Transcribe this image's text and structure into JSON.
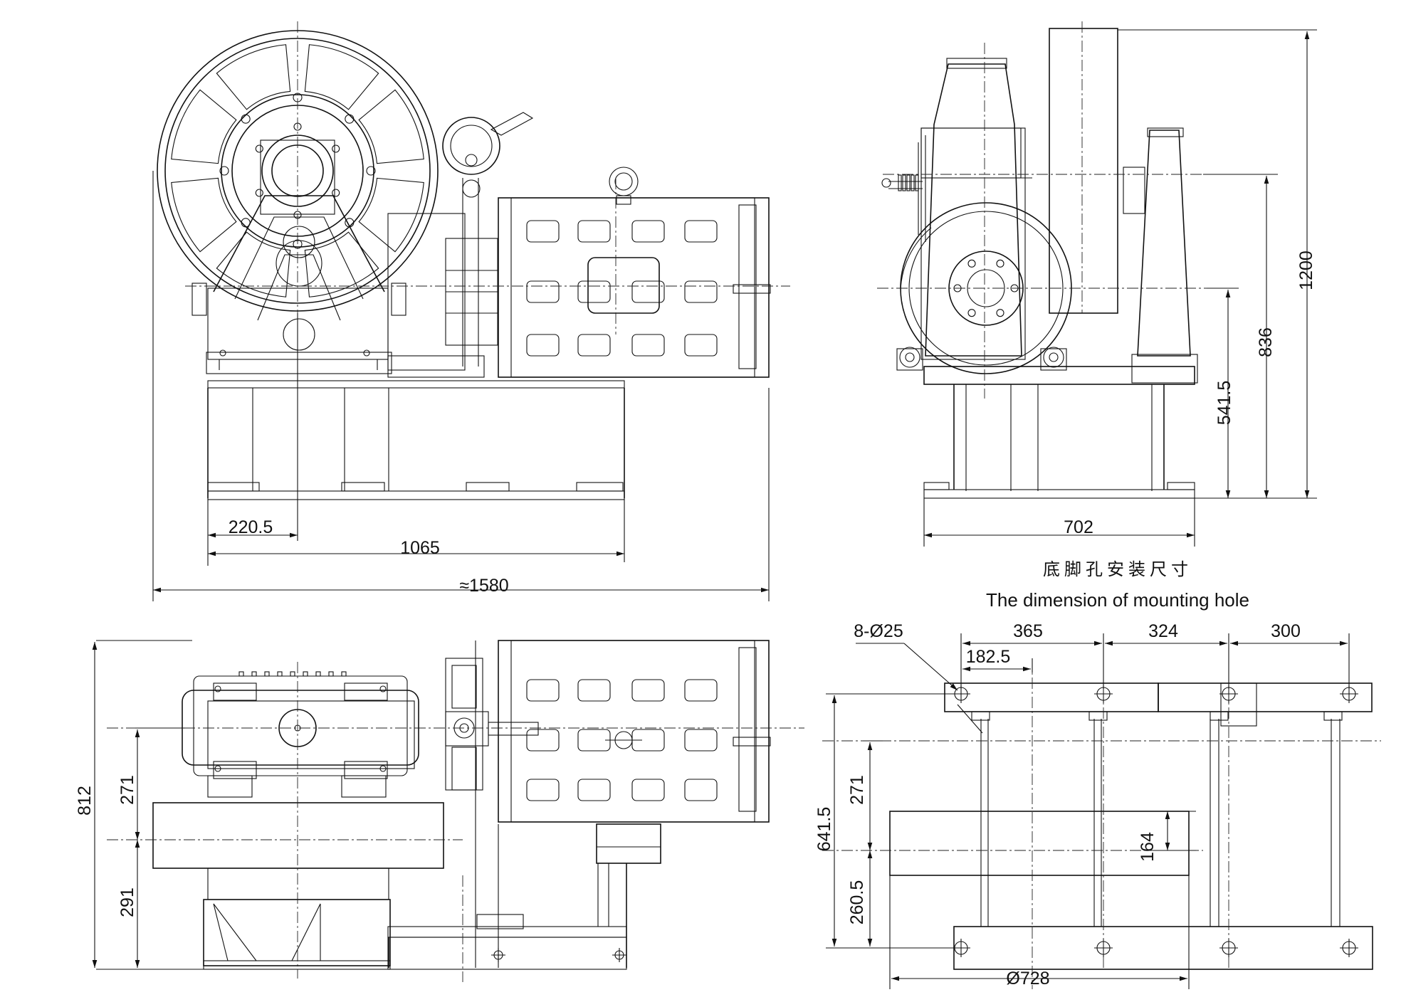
{
  "front_view": {
    "dims": {
      "offset": "220.5",
      "base_length": "1065",
      "overall_length": "≈1580"
    }
  },
  "side_view": {
    "dims": {
      "width": "702",
      "height_total": "1200",
      "height_sheave": "836",
      "height_shaft": "541.5"
    }
  },
  "plan_view": {
    "dims": {
      "depth_total": "812",
      "upper": "271",
      "lower": "291"
    }
  },
  "mounting_plan": {
    "caption_cn": "底脚孔安装尺寸",
    "caption_en": "The dimension of mounting hole",
    "dims": {
      "hole_spec": "8-Ø25",
      "spacing_1": "365",
      "spacing_2": "324",
      "spacing_3": "300",
      "half_spacing": "182.5",
      "depth_total": "641.5",
      "upper": "271",
      "lower": "260.5",
      "sheave_offset": "164",
      "sheave_diameter": "Ø728"
    }
  }
}
